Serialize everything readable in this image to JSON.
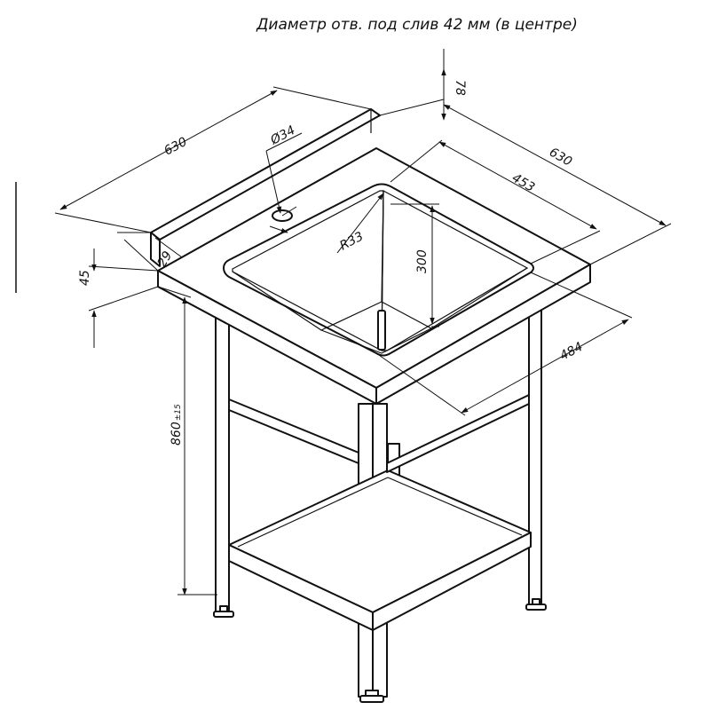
{
  "drawing": {
    "caption": "Диаметр отв. под слив 42 мм (в центре)",
    "dimensions": {
      "width_left": "630",
      "width_right": "630",
      "backsplash_height": "78",
      "drain_diameter": "Ø34",
      "bowl_width": "453",
      "corner_radius": "R33",
      "bowl_depth": "300",
      "bowl_length": "484",
      "offset_top": "29",
      "top_thickness": "45",
      "height_value": "860",
      "height_tolerance": "±15"
    }
  }
}
